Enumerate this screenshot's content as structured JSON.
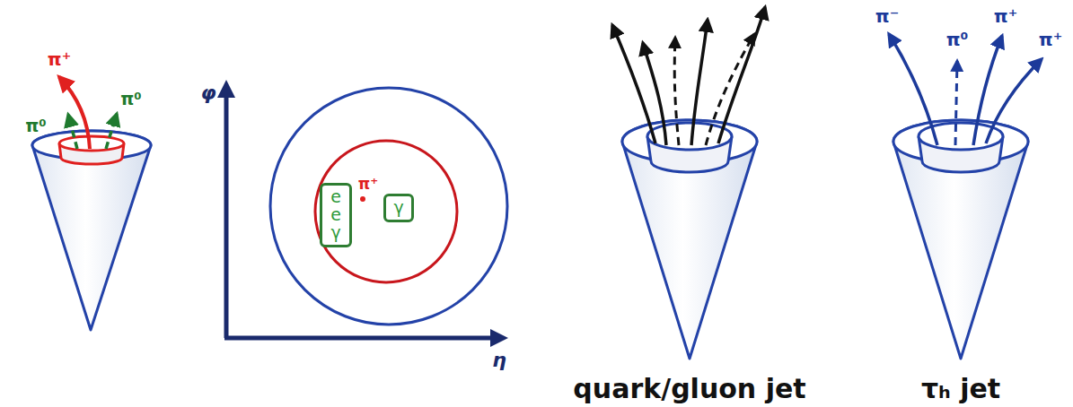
{
  "diagram": {
    "nodes": [
      {
        "text": [
          "e",
          "e",
          "γ"
        ]
      },
      {
        "text": [
          "γ"
        ]
      }
    ],
    "labels": [
      "π⁺",
      "π⁰",
      "π⁰",
      "φ",
      "η",
      "π⁺",
      "quark/gluon jet",
      "π⁻",
      "π⁰",
      "π⁺",
      "π⁺",
      "τₕ jet"
    ]
  }
}
